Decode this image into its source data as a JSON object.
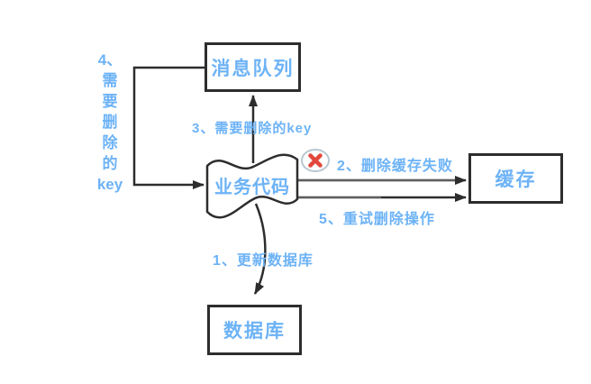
{
  "page": {
    "type": "flowchart-diagram",
    "background": "#ffffff"
  },
  "colors": {
    "label_blue": "#6db3f6",
    "line_dark": "#2d2d2d",
    "error_red": "#e2473c",
    "error_circle_border": "#b9c7d1"
  },
  "nodes": {
    "message_queue": {
      "label": "消息队列",
      "shape": "rectangle"
    },
    "business_code": {
      "label": "业务代码",
      "shape": "wave-flag"
    },
    "cache": {
      "label": "缓存",
      "shape": "rectangle"
    },
    "database": {
      "label": "数据库",
      "shape": "rectangle"
    }
  },
  "edges": {
    "step1": {
      "label": "1、更新数据库",
      "from": "business_code",
      "to": "database",
      "style": "curved-arrow"
    },
    "step2": {
      "label": "2、删除缓存失败",
      "from": "business_code",
      "to": "cache",
      "icon": "error-x-circle"
    },
    "step3": {
      "label": "3、需要删除的key",
      "from": "business_code",
      "to": "message_queue"
    },
    "step4": {
      "label": "4、需要删除的key",
      "label_lines": [
        "4、",
        "需",
        "要",
        "删",
        "除",
        "的",
        "key"
      ],
      "from": "message_queue",
      "to": "business_code"
    },
    "step5": {
      "label": "5、重试删除操作",
      "from": "business_code",
      "to": "cache"
    }
  }
}
